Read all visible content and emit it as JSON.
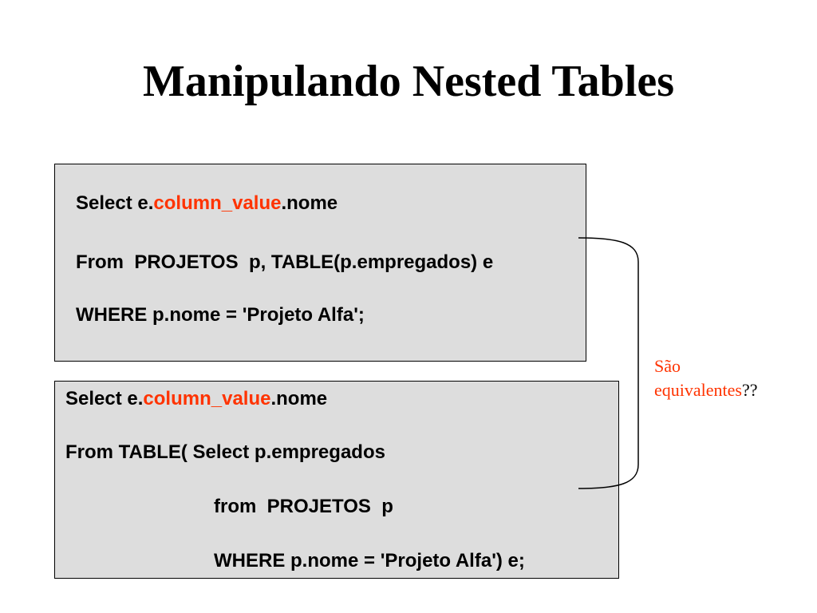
{
  "slide": {
    "title": "Manipulando Nested Tables"
  },
  "query1": {
    "line1_prefix": "Select e.",
    "line1_highlight": "column_value",
    "line1_suffix": ".nome",
    "line2": "From  PROJETOS  p, TABLE(p.empregados) e",
    "line3": "WHERE p.nome = 'Projeto Alfa';"
  },
  "query2": {
    "line1_prefix": "Select e.",
    "line1_highlight": "column_value",
    "line1_suffix": ".nome",
    "line2": "From TABLE( Select p.empregados",
    "line3": "from  PROJETOS  p",
    "line4": "WHERE p.nome = 'Projeto Alfa') e;"
  },
  "note": {
    "line1": "São",
    "line2_red": "equivalentes",
    "line2_suffix": "??"
  },
  "colors": {
    "highlight": "#ff3300",
    "box_background": "#dddddd",
    "text": "#000000"
  }
}
